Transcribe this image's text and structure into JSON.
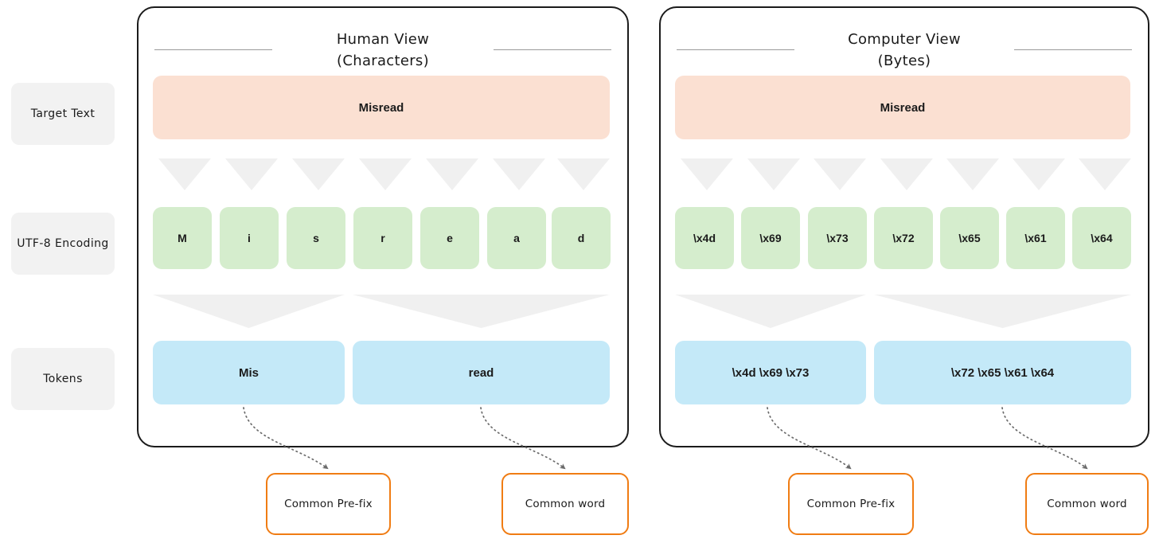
{
  "row_labels": [
    {
      "name": "target-text",
      "text": "Target\nText"
    },
    {
      "name": "utf8-encoding",
      "text": "UTF-8\nEncoding"
    },
    {
      "name": "tokens",
      "text": "Tokens"
    }
  ],
  "panels": [
    {
      "id": "human",
      "title": "Human View\n(Characters)",
      "target_text": "Misread",
      "cells": [
        "M",
        "i",
        "s",
        "r",
        "e",
        "a",
        "d"
      ],
      "tokens": [
        "Mis",
        "read"
      ],
      "callouts": [
        "Common Pre-fix",
        "Common word"
      ]
    },
    {
      "id": "computer",
      "title": "Computer View\n(Bytes)",
      "target_text": "Misread",
      "cells": [
        "\\x4d",
        "\\x69",
        "\\x73",
        "\\x72",
        "\\x65",
        "\\x61",
        "\\x64"
      ],
      "tokens": [
        "\\x4d \\x69 \\x73",
        "\\x72 \\x65 \\x61 \\x64"
      ],
      "callouts": [
        "Common Pre-fix",
        "Common word"
      ]
    }
  ],
  "colors": {
    "target_fill": "#fbe0d2",
    "cell_fill": "#d5edcd",
    "token_fill": "#c4e9f8",
    "arrow_fill": "#f0f0f0",
    "callout_border": "#f07c13",
    "panel_border": "#1b1b1b",
    "row_label_fill": "#f2f2f2",
    "rule": "#9a9a9a",
    "connector": "#6b6b6b"
  }
}
